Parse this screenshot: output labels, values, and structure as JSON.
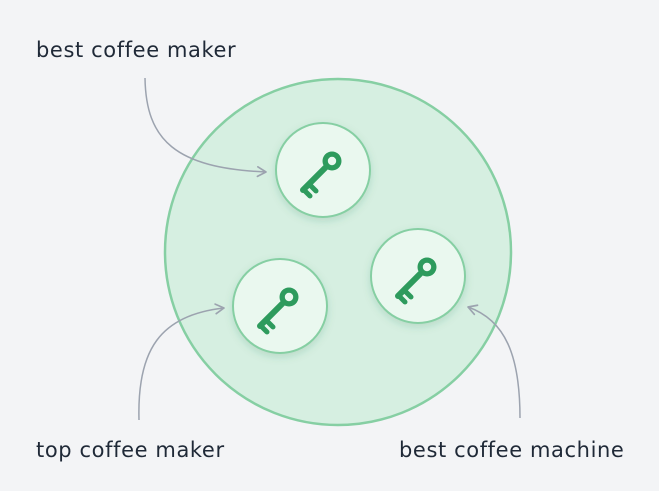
{
  "diagram": {
    "keywords": [
      {
        "id": "k1",
        "text": "best coffee maker",
        "icon": "key-icon"
      },
      {
        "id": "k2",
        "text": "top coffee maker",
        "icon": "key-icon"
      },
      {
        "id": "k3",
        "text": "best coffee machine",
        "icon": "key-icon"
      }
    ]
  },
  "colors": {
    "background": "#f3f4f6",
    "cluster_fill": "#d6efe1",
    "cluster_stroke": "#86cfa3",
    "bubble_fill": "#eaf8ef",
    "key_green": "#2e9b5d",
    "arrow": "#9ca3af",
    "text": "#1f2937"
  }
}
